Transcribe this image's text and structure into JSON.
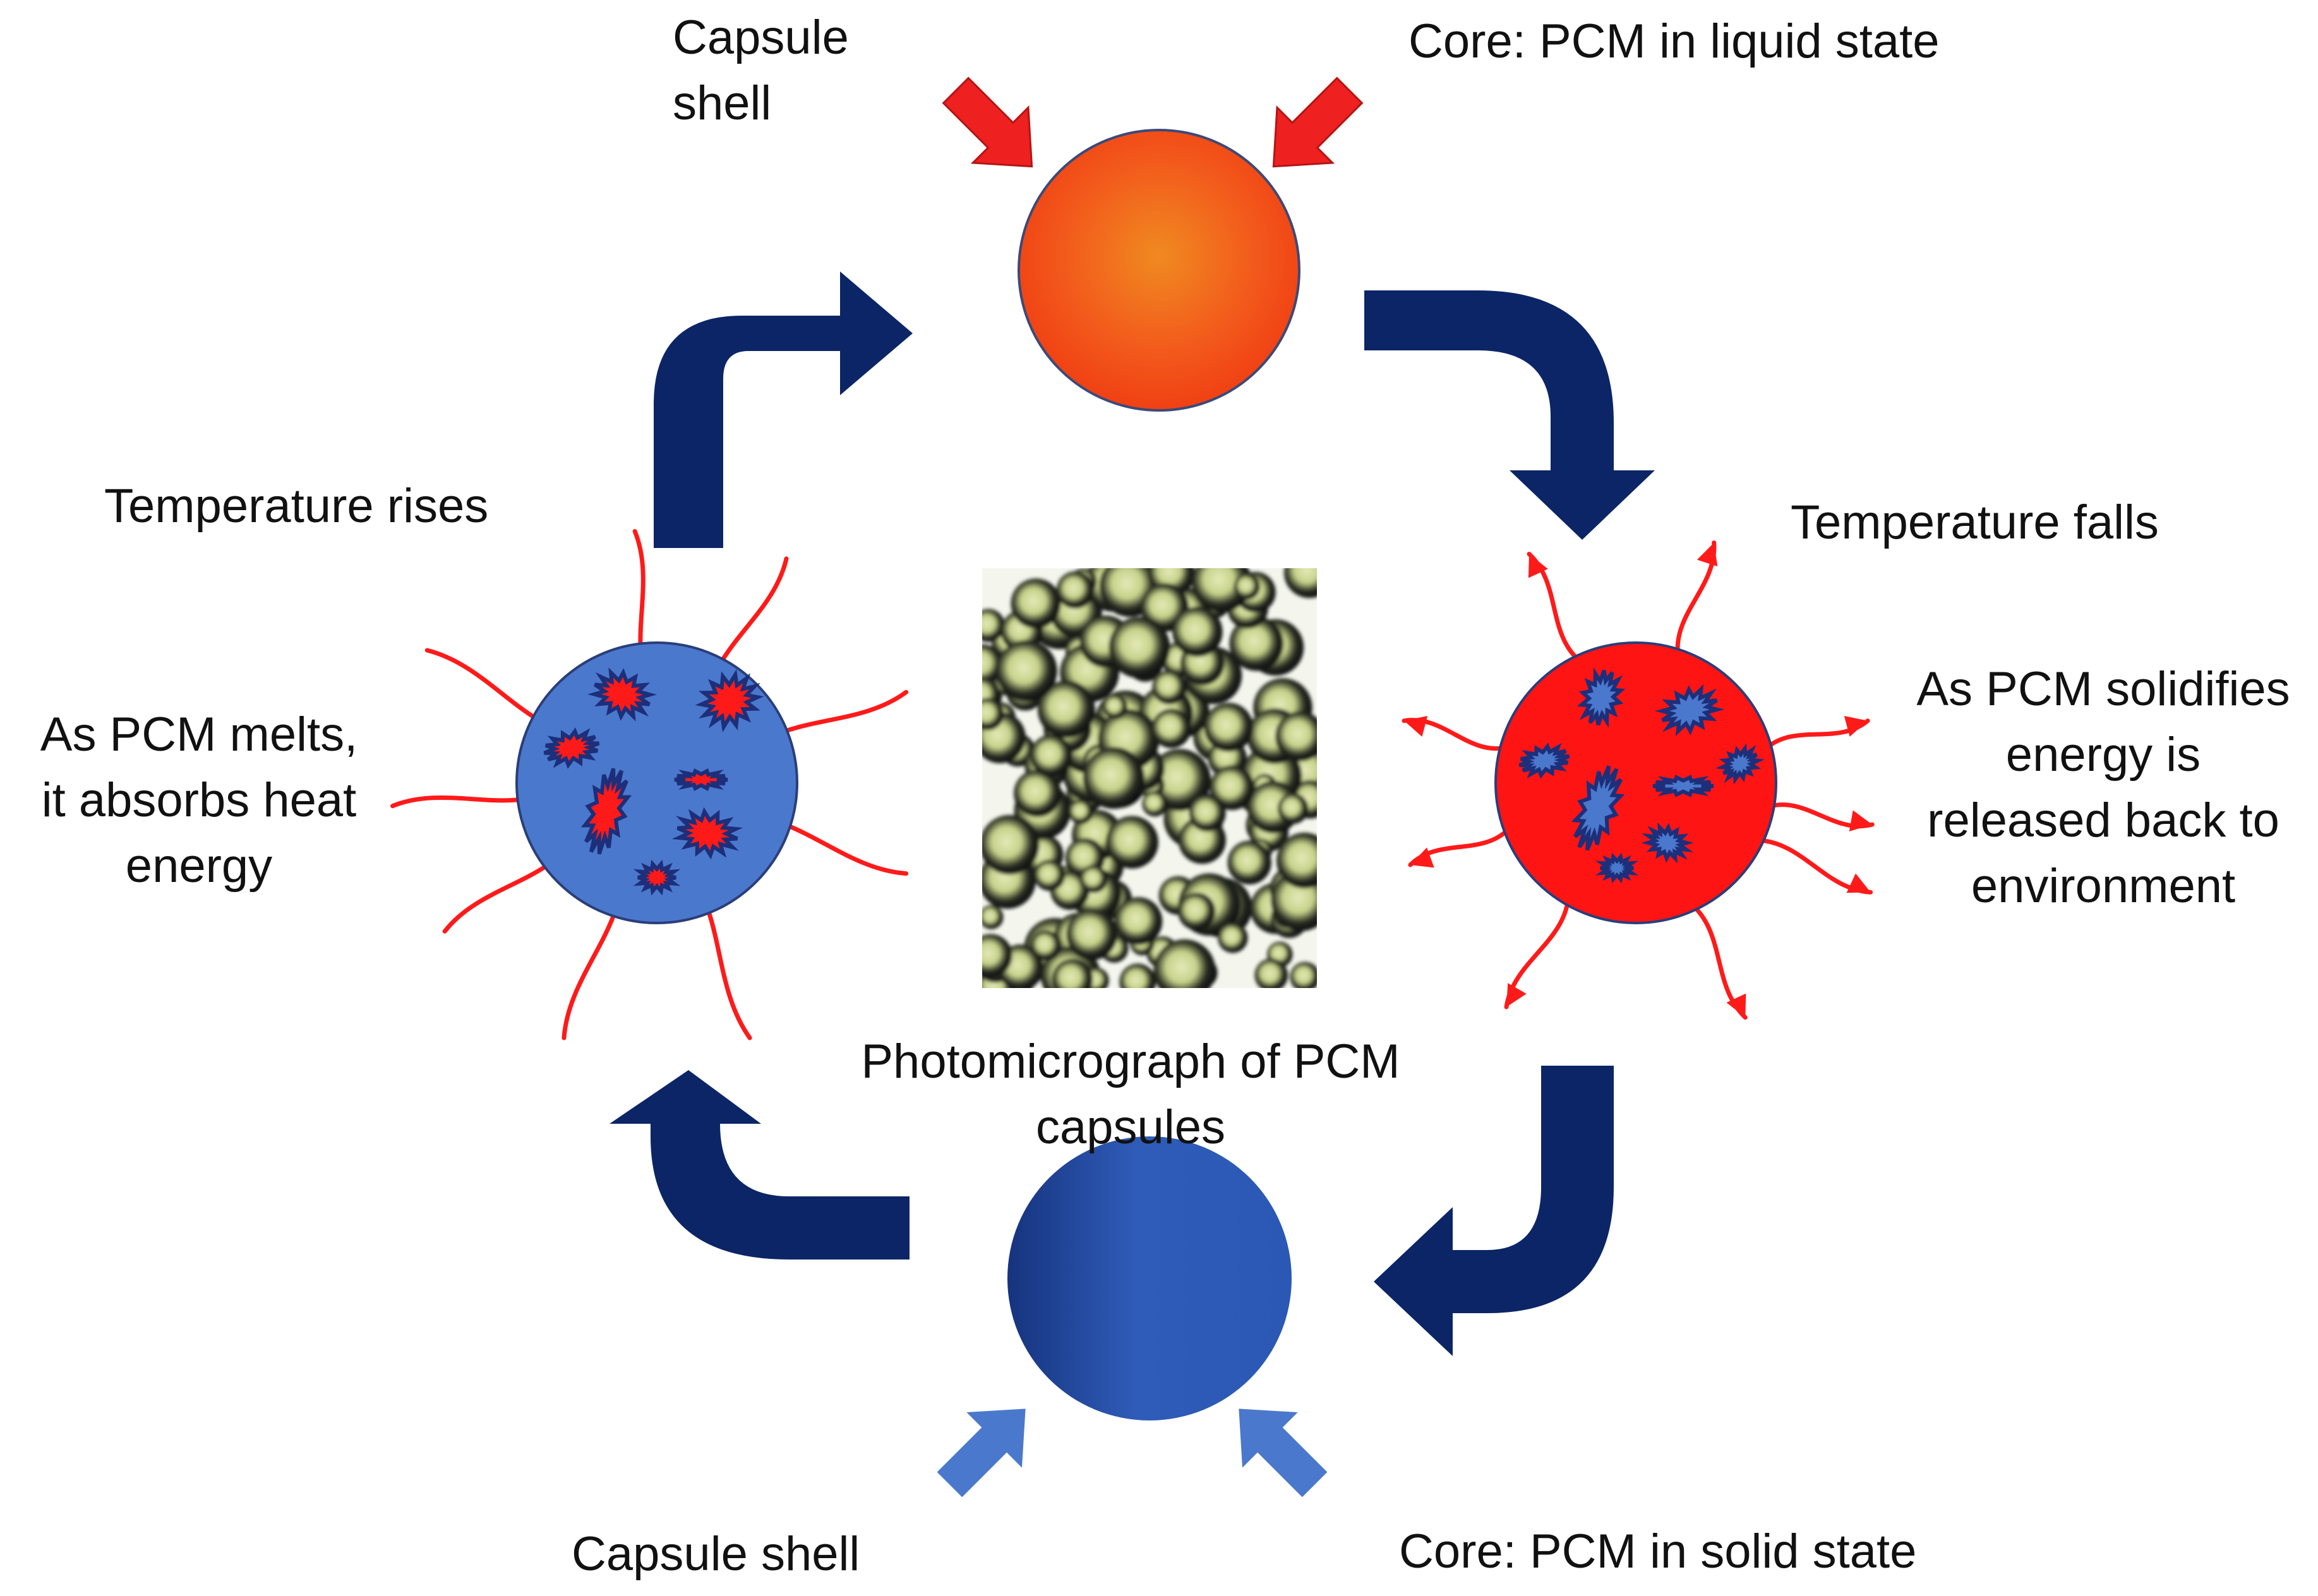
{
  "labels": {
    "top_shell": "Capsule\nshell",
    "top_core": "Core: PCM in liquid state",
    "temp_rises": "Temperature rises",
    "temp_falls": "Temperature falls",
    "melts": "As PCM melts,\nit absorbs heat\nenergy",
    "solidifies": "As PCM solidifies\nenergy is\nreleased back to\nenvironment",
    "photo_caption": "Photomicrograph of PCM\ncapsules",
    "bottom_shell": "Capsule shell",
    "bottom_core": "Core: PCM in solid state"
  },
  "colors": {
    "cycle_arrow": "#0b2566",
    "liquid_core": "#f05a1a",
    "liquid_core_highlight": "#f3861f",
    "solid_core": "#2d59b4",
    "melting_capsule": "#4a78cc",
    "solidifying_capsule": "#ff1414",
    "heat_arrow": "#ff1a1a",
    "pointer_red": "#ee2020",
    "pointer_blue": "#4a78cc"
  },
  "icons": {
    "cycle": "curved-cycle-arrow",
    "heat": "wavy-heat-arrow",
    "pointer": "block-pointer-arrow"
  }
}
